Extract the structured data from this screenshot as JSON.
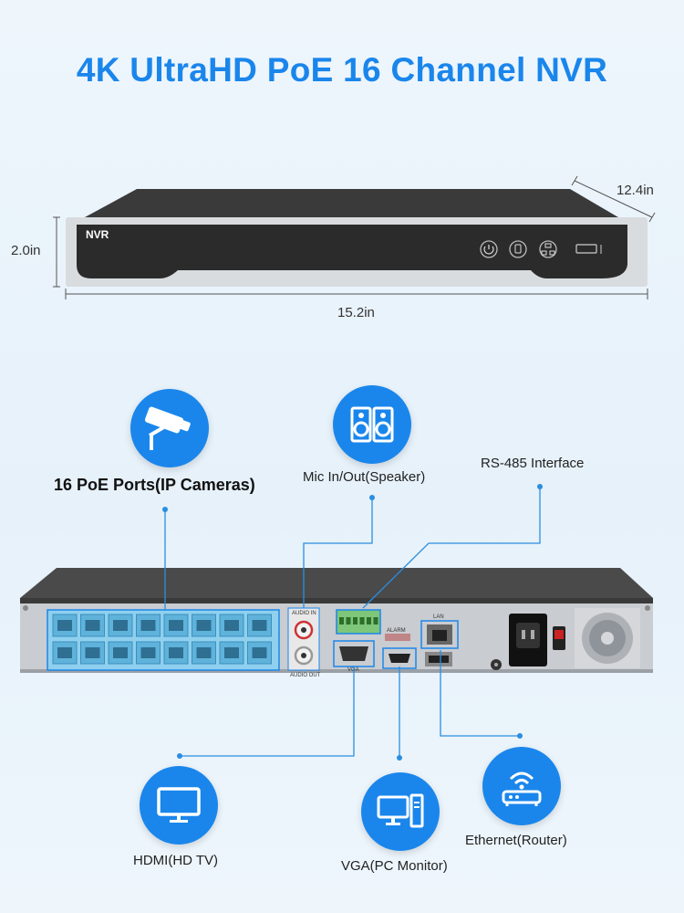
{
  "title": "4K UltraHD PoE 16 Channel NVR",
  "dimensions": {
    "depth": "12.4in",
    "height": "2.0in",
    "width": "15.2in"
  },
  "front_panel": {
    "brand": "NVR"
  },
  "callouts": {
    "poe": "16 PoE Ports(IP Cameras)",
    "mic": "Mic In/Out(Speaker)",
    "rs485": "RS-485 Interface",
    "hdmi": "HDMI(HD TV)",
    "vga": "VGA(PC Monitor)",
    "ethernet": "Ethernet(Router)"
  },
  "rear_panel": {
    "audio_in": "AUDIO IN",
    "audio_out": "AUDIO OUT",
    "alarm": "ALARM",
    "vga": "VGA",
    "lan": "LAN"
  },
  "icons": [
    "camera-icon",
    "speaker-icon",
    "hdmi-tv-icon",
    "vga-monitor-icon",
    "router-icon"
  ],
  "colors": {
    "accent": "#1a86ec",
    "line": "#2a8ee0",
    "chassis": "#2b2b2b"
  }
}
